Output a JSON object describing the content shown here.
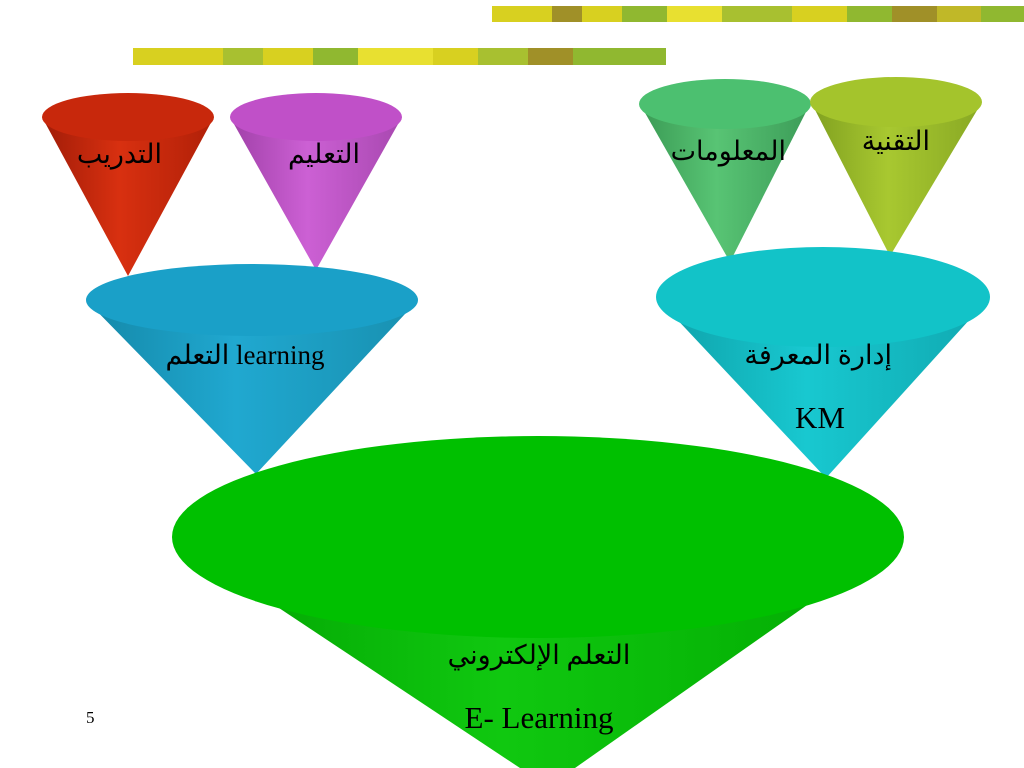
{
  "slide": {
    "page_number": "5",
    "colors": {
      "red_cone": "#c8240a",
      "purple_cone": "#c050c8",
      "green_cone_1": "#4cbf6a",
      "olive_cone": "#a4c42c",
      "blue_cone": "#1aa0c8",
      "teal_cone": "#12c3c8",
      "big_green_cone": "#00c000",
      "stripe_yellow": "#d8d020",
      "stripe_green": "#90b830",
      "stripe_olive": "#a09028"
    }
  },
  "cones": {
    "training": {
      "label": "التدريب"
    },
    "teaching": {
      "label": "التعليم"
    },
    "information": {
      "label": "المعلومات"
    },
    "technology": {
      "label": "التقنية"
    },
    "learning": {
      "label": "التعلم learning"
    },
    "km": {
      "label_ar": "إدارة المعرفة",
      "label_en": "KM"
    },
    "elearning": {
      "label_ar": "التعلم الإلكتروني",
      "label_en": "E- Learning"
    }
  }
}
